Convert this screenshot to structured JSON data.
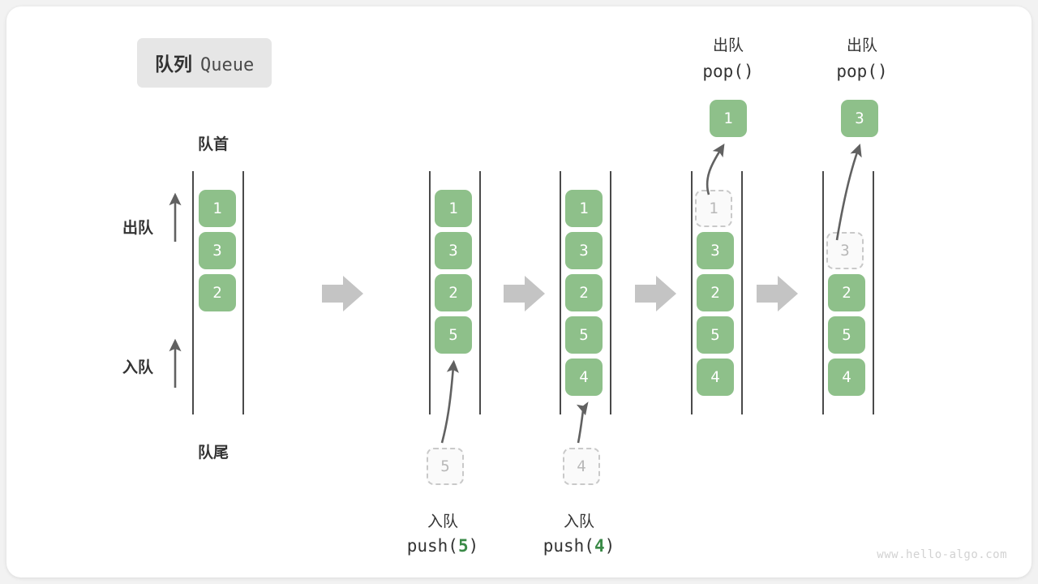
{
  "title": {
    "cn": "队列",
    "en": "Queue"
  },
  "labels": {
    "head": "队首",
    "tail": "队尾",
    "dequeue": "出队",
    "enqueue": "入队"
  },
  "watermark": "www.hello-algo.com",
  "colors": {
    "element": "#8ec08a",
    "ghost_fill": "#fafafa",
    "ghost_border": "#c9c9c9",
    "rail": "#4a4a4a",
    "arrow": "#616161",
    "step_arrow": "#c4c4c4",
    "code_number": "#3a8a47",
    "text": "#333333",
    "chip_bg": "#e6e6e6"
  },
  "side_arrows": [
    {
      "name": "dequeue",
      "label": "出队"
    },
    {
      "name": "enqueue",
      "label": "入队"
    }
  ],
  "columns": [
    {
      "id": "initial",
      "items": [
        "1",
        "3",
        "2"
      ],
      "ghost": null,
      "empty_slots_top": 0,
      "popped": null,
      "caption_cn": null,
      "caption_code": null,
      "caption_code_prefix": null,
      "caption_code_num": null,
      "caption_code_suffix": null,
      "header_cn": null,
      "header_code": null
    },
    {
      "id": "after-push-5",
      "items": [
        "1",
        "3",
        "2",
        "5"
      ],
      "ghost": "5",
      "empty_slots_top": 0,
      "popped": null,
      "caption_cn": "入队",
      "caption_code_prefix": "push(",
      "caption_code_num": "5",
      "caption_code_suffix": ")",
      "header_cn": null,
      "header_code": null
    },
    {
      "id": "after-push-4",
      "items": [
        "1",
        "3",
        "2",
        "5",
        "4"
      ],
      "ghost": "4",
      "empty_slots_top": 0,
      "popped": null,
      "caption_cn": "入队",
      "caption_code_prefix": "push(",
      "caption_code_num": "4",
      "caption_code_suffix": ")",
      "header_cn": null,
      "header_code": null
    },
    {
      "id": "pop-1",
      "items": [
        "3",
        "2",
        "5",
        "4"
      ],
      "ghost_in_queue": "1",
      "empty_slots_top": 0,
      "popped": "1",
      "caption_cn": null,
      "header_cn": "出队",
      "header_code": "pop()"
    },
    {
      "id": "pop-3",
      "items": [
        "2",
        "5",
        "4"
      ],
      "ghost_in_queue": "3",
      "empty_slots_top": 1,
      "popped": "3",
      "caption_cn": null,
      "header_cn": "出队",
      "header_code": "pop()"
    }
  ],
  "step_arrows_count": 4
}
